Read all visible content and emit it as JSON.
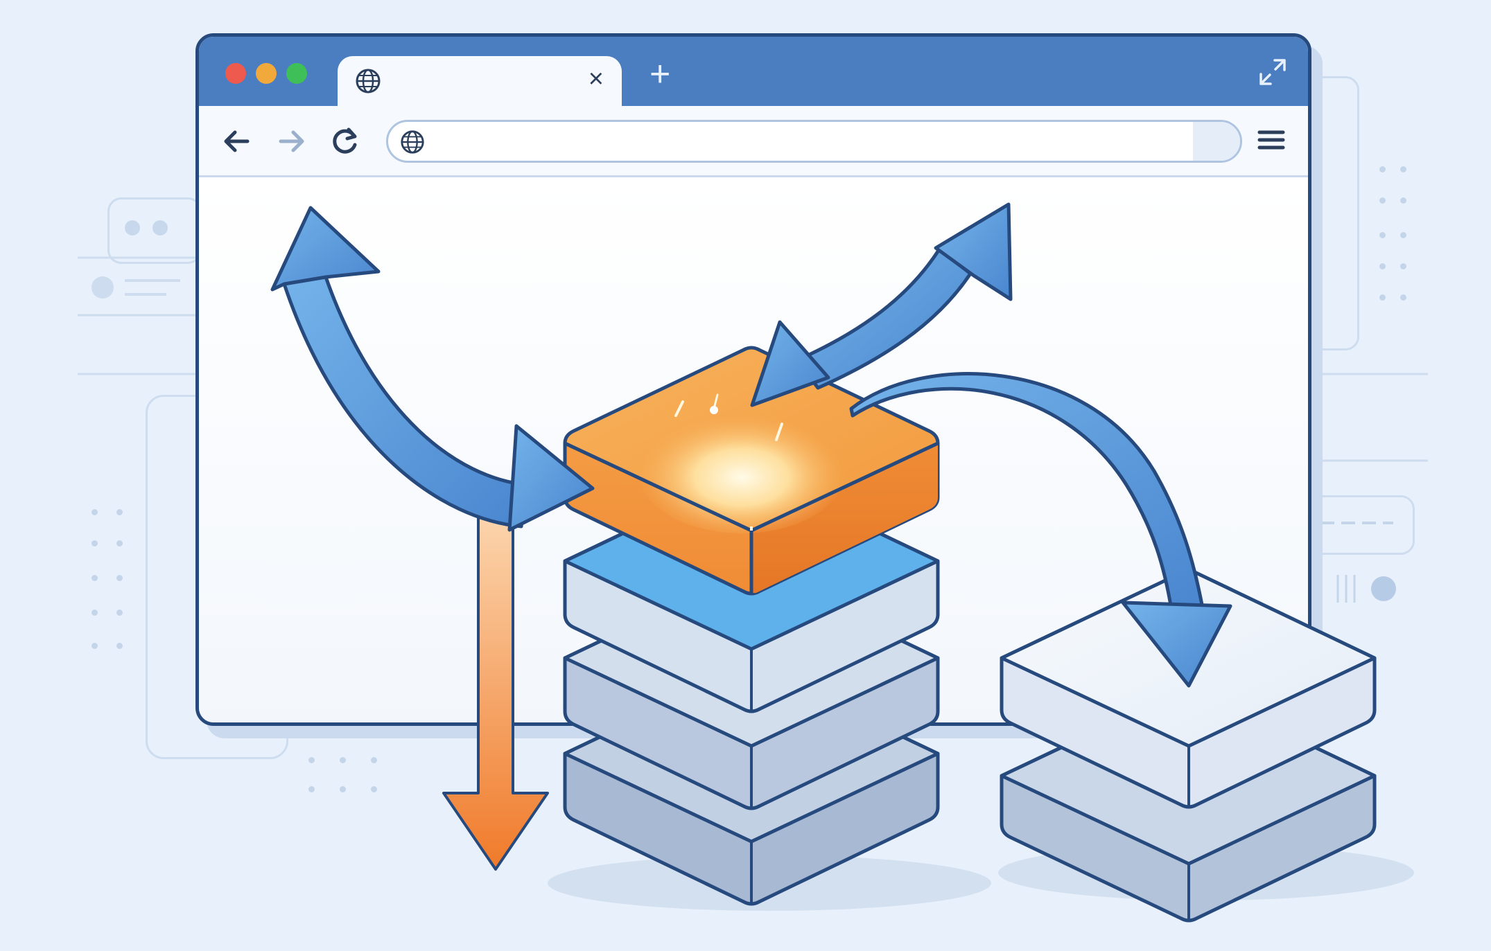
{
  "colors": {
    "background": "#e8f1fb",
    "frame": "#274a7e",
    "tab_bar": "#4a7ec0",
    "traffic_red": "#ef5a4e",
    "traffic_yellow": "#f2a93b",
    "traffic_green": "#3fbf57",
    "arrow_blue": "#5b9de0",
    "arrow_orange": "#f08a3a",
    "block_orange": "#f5a047",
    "block_grey": "#c9d6e8"
  },
  "browser": {
    "tab": {
      "title": "",
      "icon": "globe-icon",
      "close_label": "×"
    },
    "new_tab_label": "+",
    "toolbar": {
      "back_icon": "arrow-left-icon",
      "forward_icon": "arrow-right-icon",
      "reload_icon": "reload-icon",
      "menu_icon": "hamburger-menu-icon"
    },
    "address_bar": {
      "value": "",
      "placeholder": "",
      "icon": "globe-icon"
    },
    "window_icon": "expand-icon"
  },
  "illustration": {
    "elements": [
      "orange-highlighted-layer",
      "layer-stack",
      "secondary-layer-stack",
      "blue-curved-arrows",
      "orange-down-arrow"
    ]
  }
}
